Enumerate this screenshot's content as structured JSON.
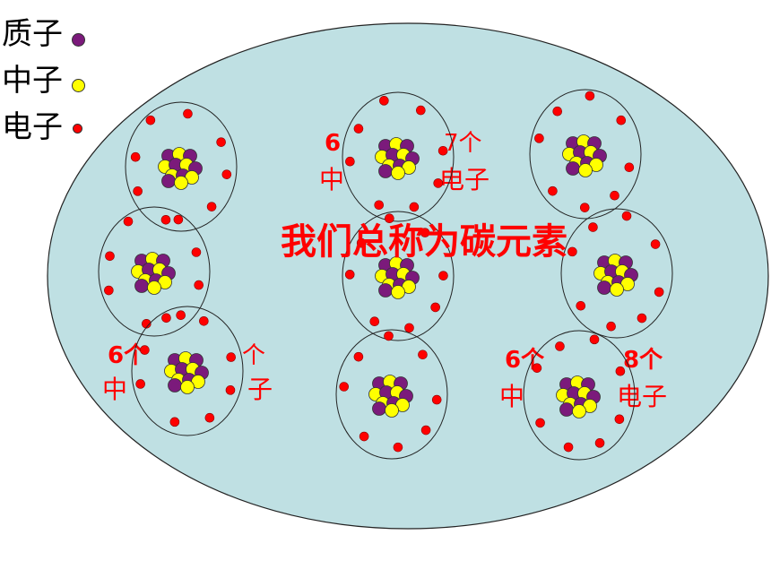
{
  "legend": [
    {
      "label": "质子",
      "color": "#7b1a7b",
      "icon": "proton-dot"
    },
    {
      "label": "中子",
      "color": "#ffff00",
      "icon": "neutron-dot"
    },
    {
      "label": "电子",
      "color": "#ff0000",
      "icon": "electron-dot"
    }
  ],
  "title": "我们总称为碳元素",
  "groups": [
    {
      "line1_left": "6",
      "line1_right": "7个",
      "line2_left": "中",
      "line2_right": "电子"
    },
    {
      "line1_left": "6个",
      "line1_right": "个",
      "line2_left": "中",
      "line2_right": "子"
    },
    {
      "line1_left": "6个",
      "line1_right": "8个",
      "line2_left": "中",
      "line2_right": "电子"
    }
  ],
  "colors": {
    "ellipse_fill": "#bfe0e3",
    "proton": "#7b1a7b",
    "neutron": "#ffff00",
    "electron": "#ff0000",
    "title_color": "#ff0000"
  }
}
